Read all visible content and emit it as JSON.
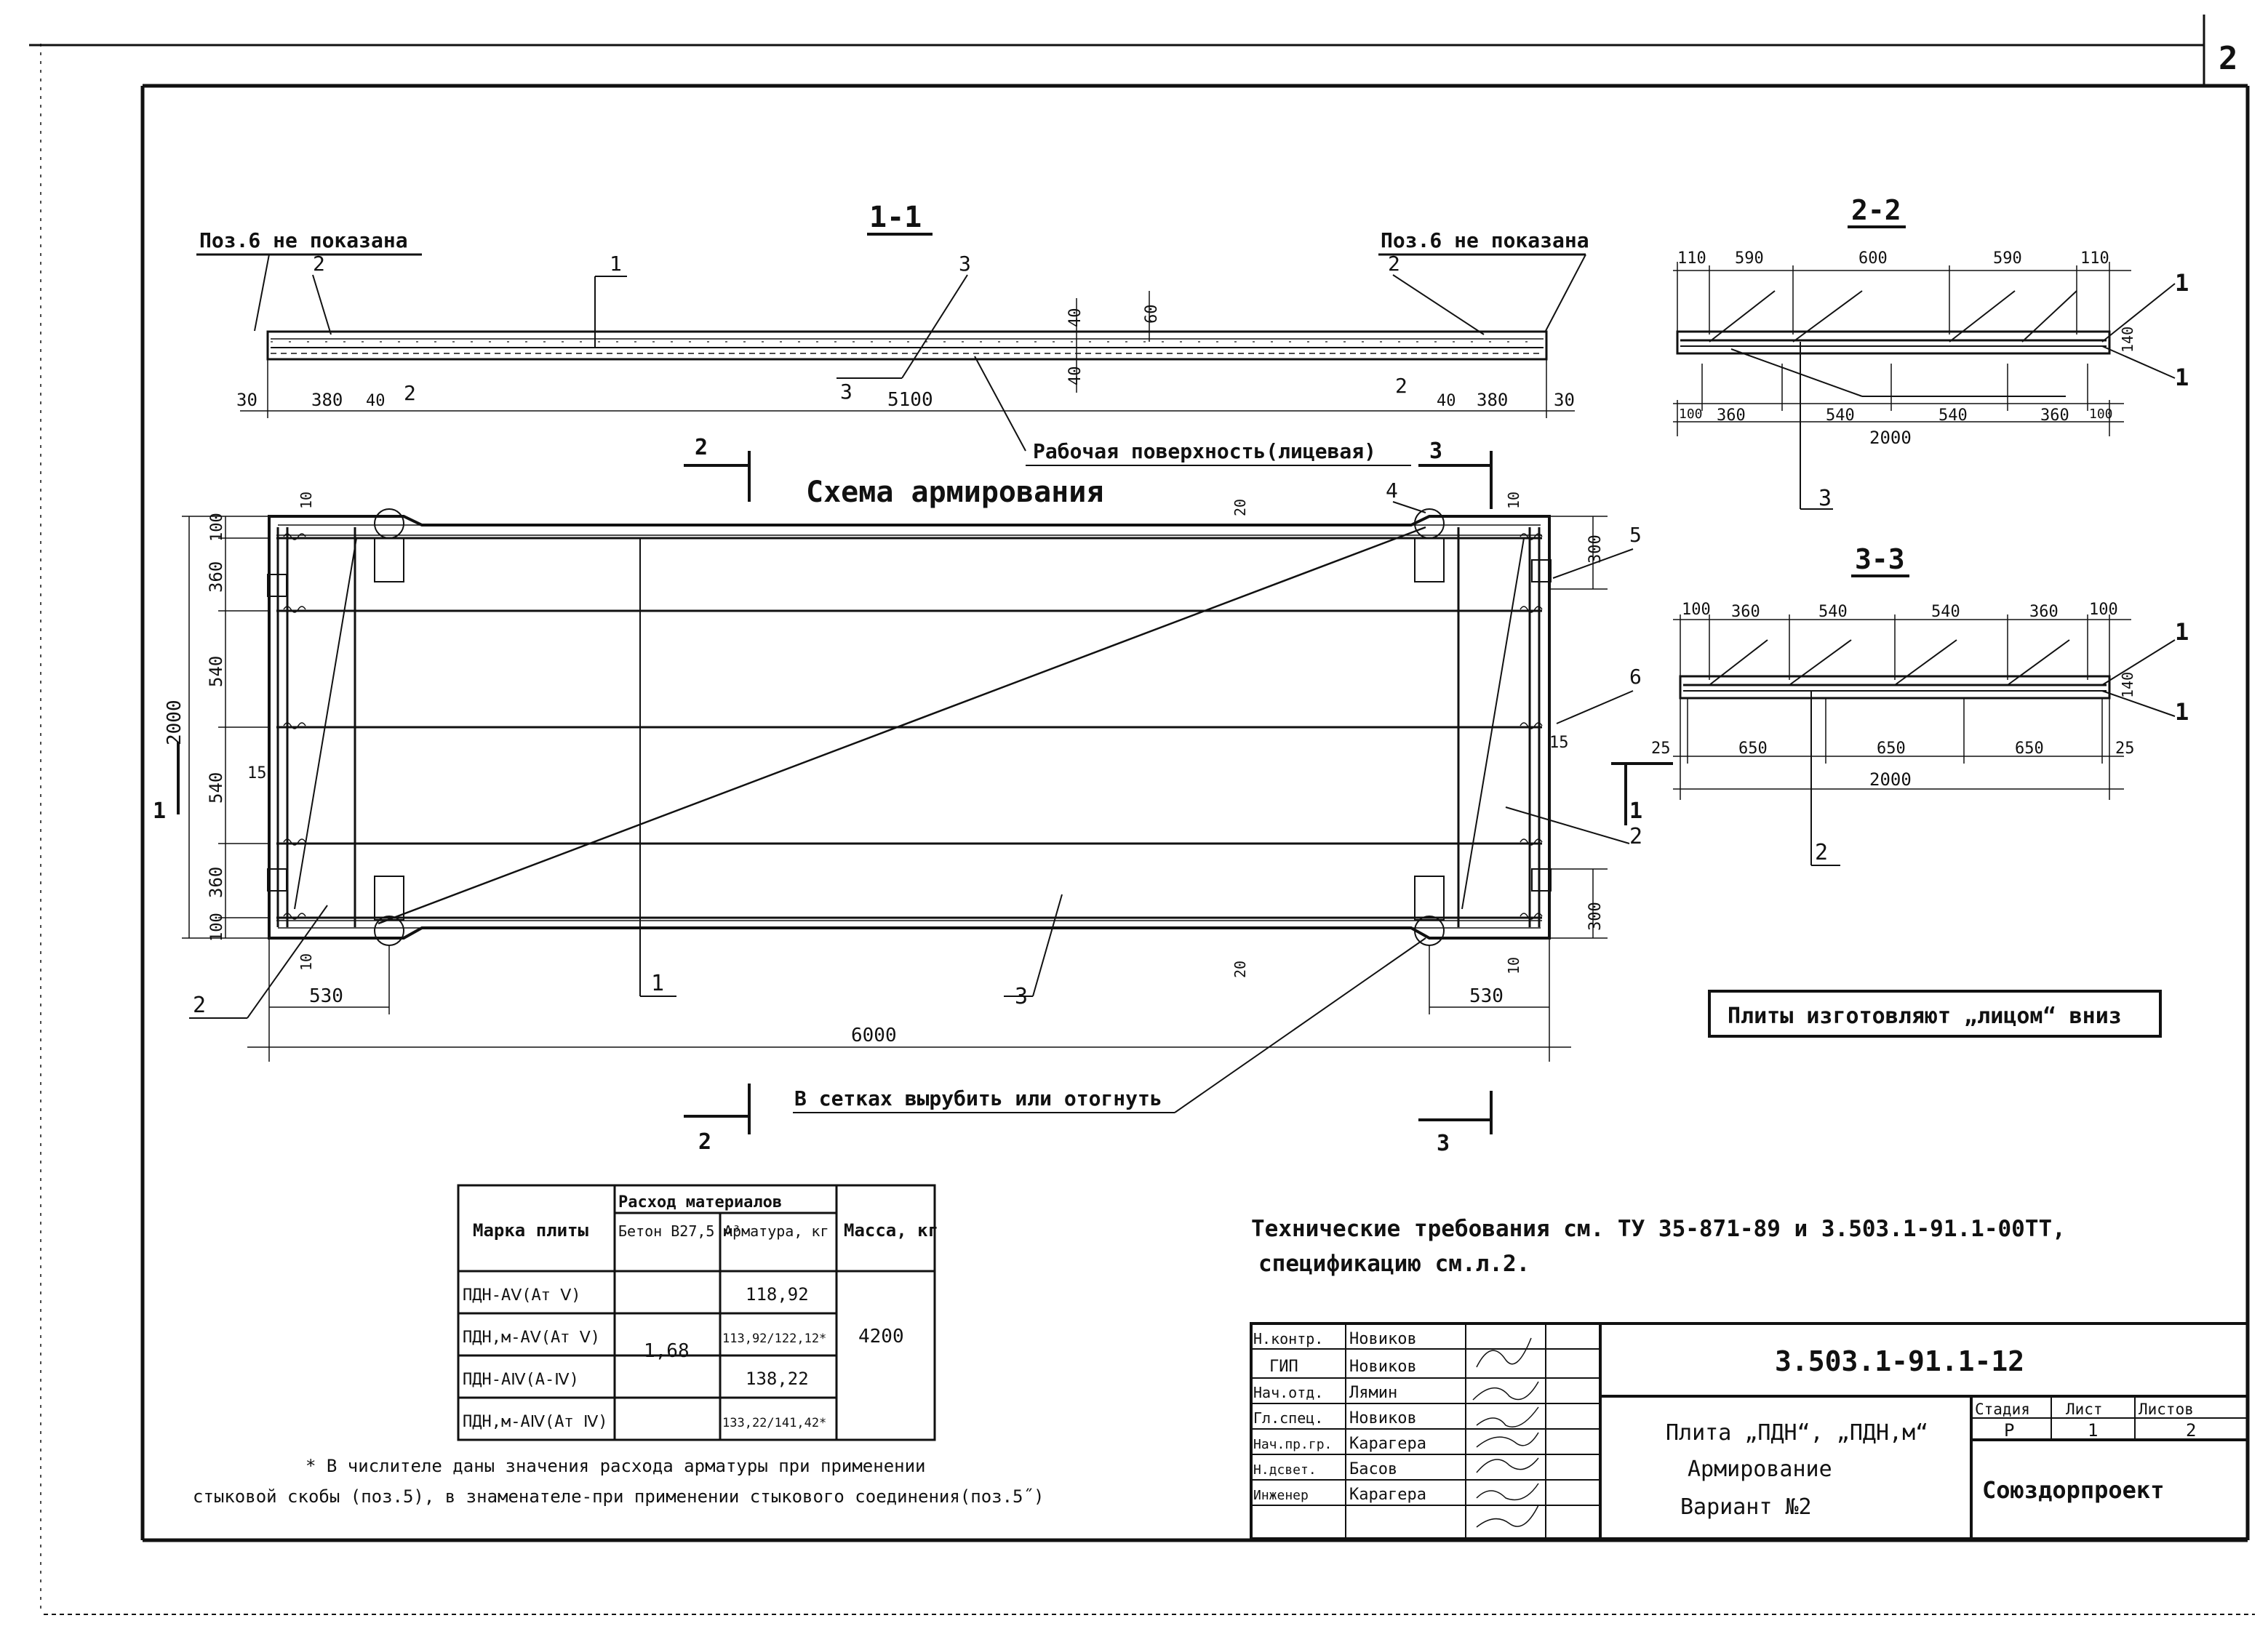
{
  "sheet": {
    "number_label": "2",
    "sheet_index": "2"
  },
  "section_1_1": {
    "title": "1-1",
    "left_note": "Поз.6 не показана",
    "right_note": "Поз.6 не показана",
    "dims_bottom": [
      "30",
      "380",
      "40",
      "2",
      "5100",
      "2",
      "40",
      "380",
      "30"
    ],
    "dims_vertical": [
      "40",
      "60",
      "40"
    ],
    "marks": [
      "1",
      "2",
      "3",
      "3",
      "2"
    ],
    "surface_note": "Рабочая  поверхность(лицевая)"
  },
  "scheme": {
    "title": "Схема  армирования",
    "length": "6000",
    "left_offset": "530",
    "right_offset": "530",
    "height": "2000",
    "rows_left": [
      "100",
      "360",
      "540",
      "540",
      "360",
      "100"
    ],
    "small_dims": [
      "10",
      "10",
      "20",
      "20",
      "15",
      "15",
      "10",
      "10"
    ],
    "side_dims_right": [
      "300",
      "300"
    ],
    "marks": [
      "1",
      "1",
      "2",
      "2",
      "3",
      "4",
      "5",
      "6"
    ],
    "section_marks": [
      "2",
      "2",
      "3",
      "3",
      "1",
      "1"
    ],
    "cut_note": "В сетках вырубить или отогнуть"
  },
  "section_2_2": {
    "title": "2-2",
    "top_dims": [
      "110",
      "590",
      "600",
      "590",
      "110"
    ],
    "bottom_dims": [
      "100",
      "360",
      "540",
      "540",
      "360",
      "100"
    ],
    "total": "2000",
    "thickness": "140",
    "marks": [
      "1",
      "1",
      "3"
    ]
  },
  "section_3_3": {
    "title": "3-3",
    "top_dims": [
      "100",
      "360",
      "540",
      "540",
      "360",
      "100"
    ],
    "bottom_dims": [
      "25",
      "650",
      "650",
      "650",
      "25"
    ],
    "total": "2000",
    "thickness": "140",
    "marks": [
      "1",
      "1",
      "2"
    ]
  },
  "boxed_note": "Плиты изготовляют „лицом“ вниз",
  "materials_table": {
    "headers": {
      "mark": "Марка плиты",
      "consumption": "Расход материалов",
      "concrete": "Бетон В27,5 м³",
      "rebar": "Арматура, кг",
      "mass": "Масса, кг"
    },
    "rows": [
      {
        "mark": "ПДН-АⅤ(Аᴛ Ⅴ)",
        "rebar": "118,92"
      },
      {
        "mark": "ПДН,м-АⅤ(Аᴛ Ⅴ)",
        "rebar": "113,92/122,12*"
      },
      {
        "mark": "ПДН-АⅣ(А-Ⅳ)",
        "rebar": "138,22"
      },
      {
        "mark": "ПДН,м-АⅣ(Аᴛ Ⅳ)",
        "rebar": "133,22/141,42*"
      }
    ],
    "concrete_value": "1,68",
    "mass_value": "4200"
  },
  "footnote": [
    "* В числителе даны значения расхода арматуры при применении",
    "стыковой скобы (поз.5), в знаменателе-при применении стыкового соединения(поз.5˝)"
  ],
  "tech_requirements": [
    "Технические  требования  см.  ТУ 35-871-89  и  3.503.1-91.1-00ТТ,",
    "спецификацию  см.л.2."
  ],
  "title_block": {
    "doc_code": "3.503.1-91.1-12",
    "roles": [
      "Н.контр.",
      "ГИП",
      "Нач.отд.",
      "Гл.спец.",
      "Нач.пр.гр.",
      "Н.дсвет.",
      "Инженер"
    ],
    "names": [
      "Новиков",
      "Новиков",
      "Лямин",
      "Новиков",
      "Карагера",
      "Басов",
      "Карагера"
    ],
    "name_lines": [
      "Плита „ПДН“, „ПДН,м“",
      "Армирование",
      "Вариант №2"
    ],
    "stage_label": "Стадия",
    "sheet_label": "Лист",
    "sheets_label": "Листов",
    "stage": "Р",
    "sheet": "1",
    "sheets": "2",
    "org": "Союздорпроект"
  }
}
